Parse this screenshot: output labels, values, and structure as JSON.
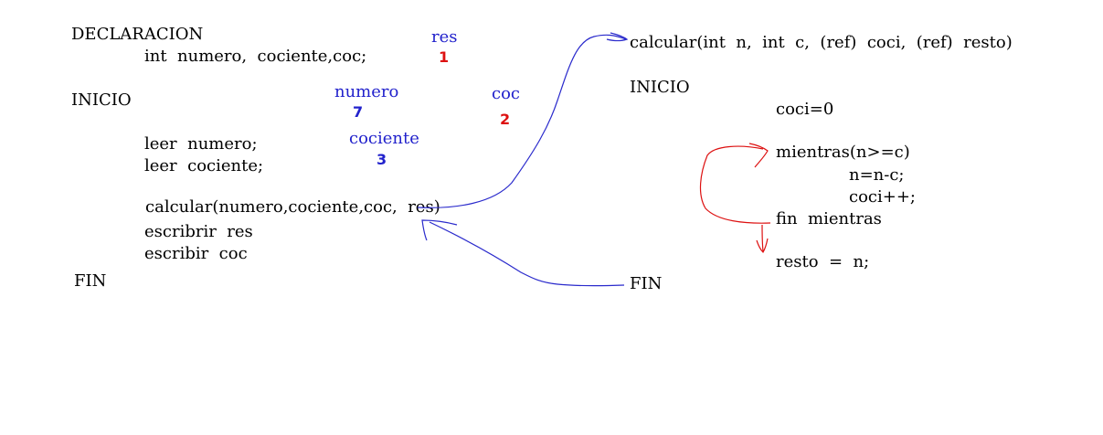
{
  "main_program": {
    "declaracion": "DECLARACION",
    "declare_line": "int  numero,  cociente,coc;",
    "inicio": "INICIO",
    "leer_numero": "leer  numero;",
    "leer_cociente": "leer  cociente;",
    "call_line": "calcular(numero,cociente,coc,  res)",
    "escribir_res": "escribrir  res",
    "escribir_coc": "escribir  coc",
    "fin": "FIN"
  },
  "variables": {
    "res_label": "res",
    "res_value": "1",
    "numero_label": "numero",
    "numero_value": "7",
    "coc_label": "coc",
    "coc_value": "2",
    "cociente_label": "cociente",
    "cociente_value": "3"
  },
  "procedure": {
    "signature": "calcular(int  n,  int  c,  (ref)  coci,  (ref)  resto)",
    "inicio": "INICIO",
    "coci_init": "coci=0",
    "mientras": "mientras(n>=c)",
    "n_update": "n=n-c;",
    "coci_inc": "coci++;",
    "fin_mientras": "fin  mientras",
    "resto_assign": "resto  =  n;",
    "fin": "FIN"
  },
  "colors": {
    "blue_annotation": "#2222cc",
    "red_annotation": "#dd1111"
  }
}
